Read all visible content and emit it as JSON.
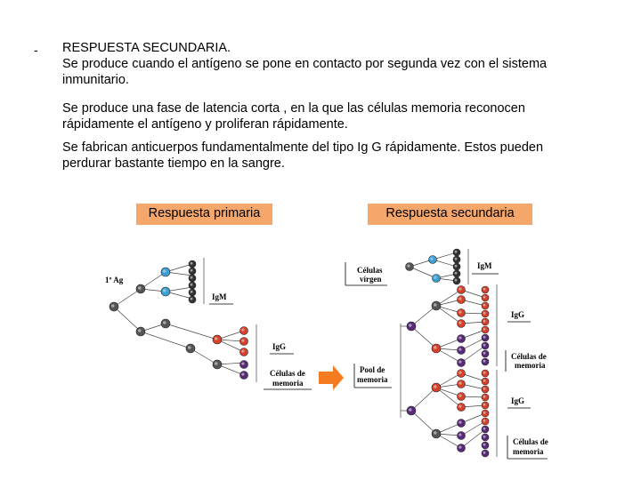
{
  "slide": {
    "bullet": "-",
    "title": "RESPUESTA SECUNDARIA.",
    "line1": "Se produce cuando el antígeno se pone en contacto por segunda vez con el sistema",
    "line1b": "inmunitario.",
    "line2": "Se produce una fase de latencia corta , en la que las células memoria reconocen",
    "line2b": "rápidamente el antígeno y proliferan rápidamente.",
    "line3": "Se fabrican anticuerpos  fundamentalmente del tipo Ig G rápidamente. Estos pueden",
    "line3b": "perdurar bastante tiempo en la sangre."
  },
  "diagram": {
    "primary_header": "Respuesta primaria",
    "secondary_header": "Respuesta secundaria",
    "primary": {
      "ag_label": "1º Ag",
      "igm_label": "IgM",
      "igg_label": "IgG",
      "memoria_label_1": "Células de",
      "memoria_label_2": "memoria"
    },
    "secondary": {
      "virgen_label_1": "Células",
      "virgen_label_2": "vírgen",
      "igm_label": "IgM",
      "pool_label_1": "Pool de",
      "pool_label_2": "memoria",
      "igg_label_1": "IgG",
      "memoria_label_a1": "Células de",
      "memoria_label_a2": "memoria",
      "igg_label_2": "IgG",
      "memoria_label_b1": "Células de",
      "memoria_label_b2": "memoria"
    },
    "colors": {
      "header_bg": "#f4a66b",
      "arrow": "#f47b20",
      "cell_grey": "#555555",
      "cell_blue": "#3aa0d8",
      "cell_red": "#d9402a",
      "cell_purple": "#5a2a7a",
      "cell_dark": "#333333"
    }
  }
}
